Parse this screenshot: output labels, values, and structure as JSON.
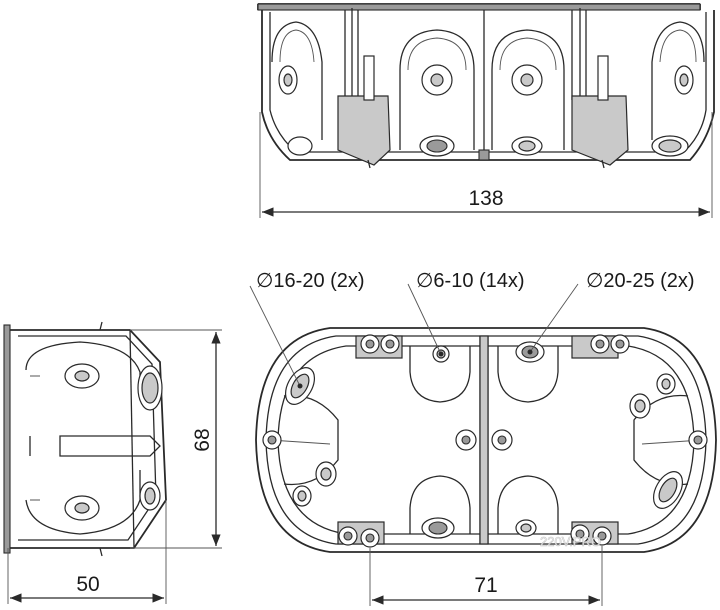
{
  "dimensions": {
    "top_width": "138",
    "side_height": "68",
    "side_depth": "50",
    "center_distance": "71"
  },
  "labels": {
    "hole_large": "∅16-20 (2x)",
    "hole_small": "∅6-10 (14x)",
    "hole_xl": "∅20-25 (2x)"
  },
  "watermark": "220V.PRO"
}
